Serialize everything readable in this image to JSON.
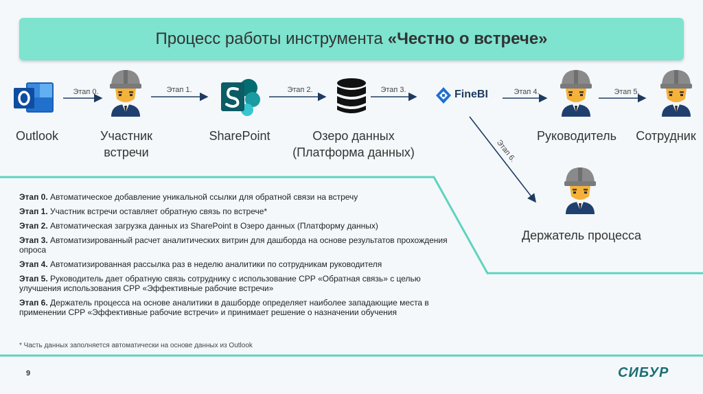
{
  "title": {
    "prefix": "Процесс работы инструмента",
    "accent": "«Честно о встрече»"
  },
  "nodes": {
    "outlook": "Outlook",
    "participant": [
      "Участник",
      "встречи"
    ],
    "sharepoint": "SharePoint",
    "lake": [
      "Озеро данных",
      "(Платформа данных)"
    ],
    "finebi": "FineBI",
    "manager": "Руководитель",
    "employee": "Сотрудник",
    "owner": "Держатель процесса"
  },
  "stages": [
    "Этап 0.",
    "Этап 1.",
    "Этап 2.",
    "Этап 3.",
    "Этап 4.",
    "Этап 5.",
    "Этап 6."
  ],
  "steps": [
    {
      "label": "Этап 0.",
      "text": "Автоматическое добавление уникальной ссылки для обратной связи на встречу"
    },
    {
      "label": "Этап 1.",
      "text": "Участник встречи оставляет обратную связь по встрече*"
    },
    {
      "label": "Этап 2.",
      "text": "Автоматическая загрузка данных из SharePoint в Озеро данных (Платформу данных)"
    },
    {
      "label": "Этап 3.",
      "text": "Автоматизированный расчет аналитических витрин для дашборда на основе результатов прохождения опроса"
    },
    {
      "label": "Этап 4.",
      "text": "Автоматизированная рассылка раз в неделю аналитики по сотрудникам руководителя"
    },
    {
      "label": "Этап 5.",
      "text": "Руководитель дает обратную связь сотруднику с использование СРР «Обратная связь» с целью улучшения использования СРР «Эффективные рабочие встречи»"
    },
    {
      "label": "Этап 6.",
      "text": "Держатель процесса на основе аналитики в дашборде определяет наиболее западающие места в применении СРР «Эффективные рабочие встречи» и принимает решение о назначении обучения"
    }
  ],
  "footnote": "* Часть данных заполняется автоматически на основе данных из Outlook",
  "page_number": "9",
  "logo": "СИБУР",
  "colors": {
    "accent": "#7ee3cf",
    "line": "#5fd3bd",
    "logo": "#1a6e74",
    "arrow": "#1e3a5f"
  }
}
